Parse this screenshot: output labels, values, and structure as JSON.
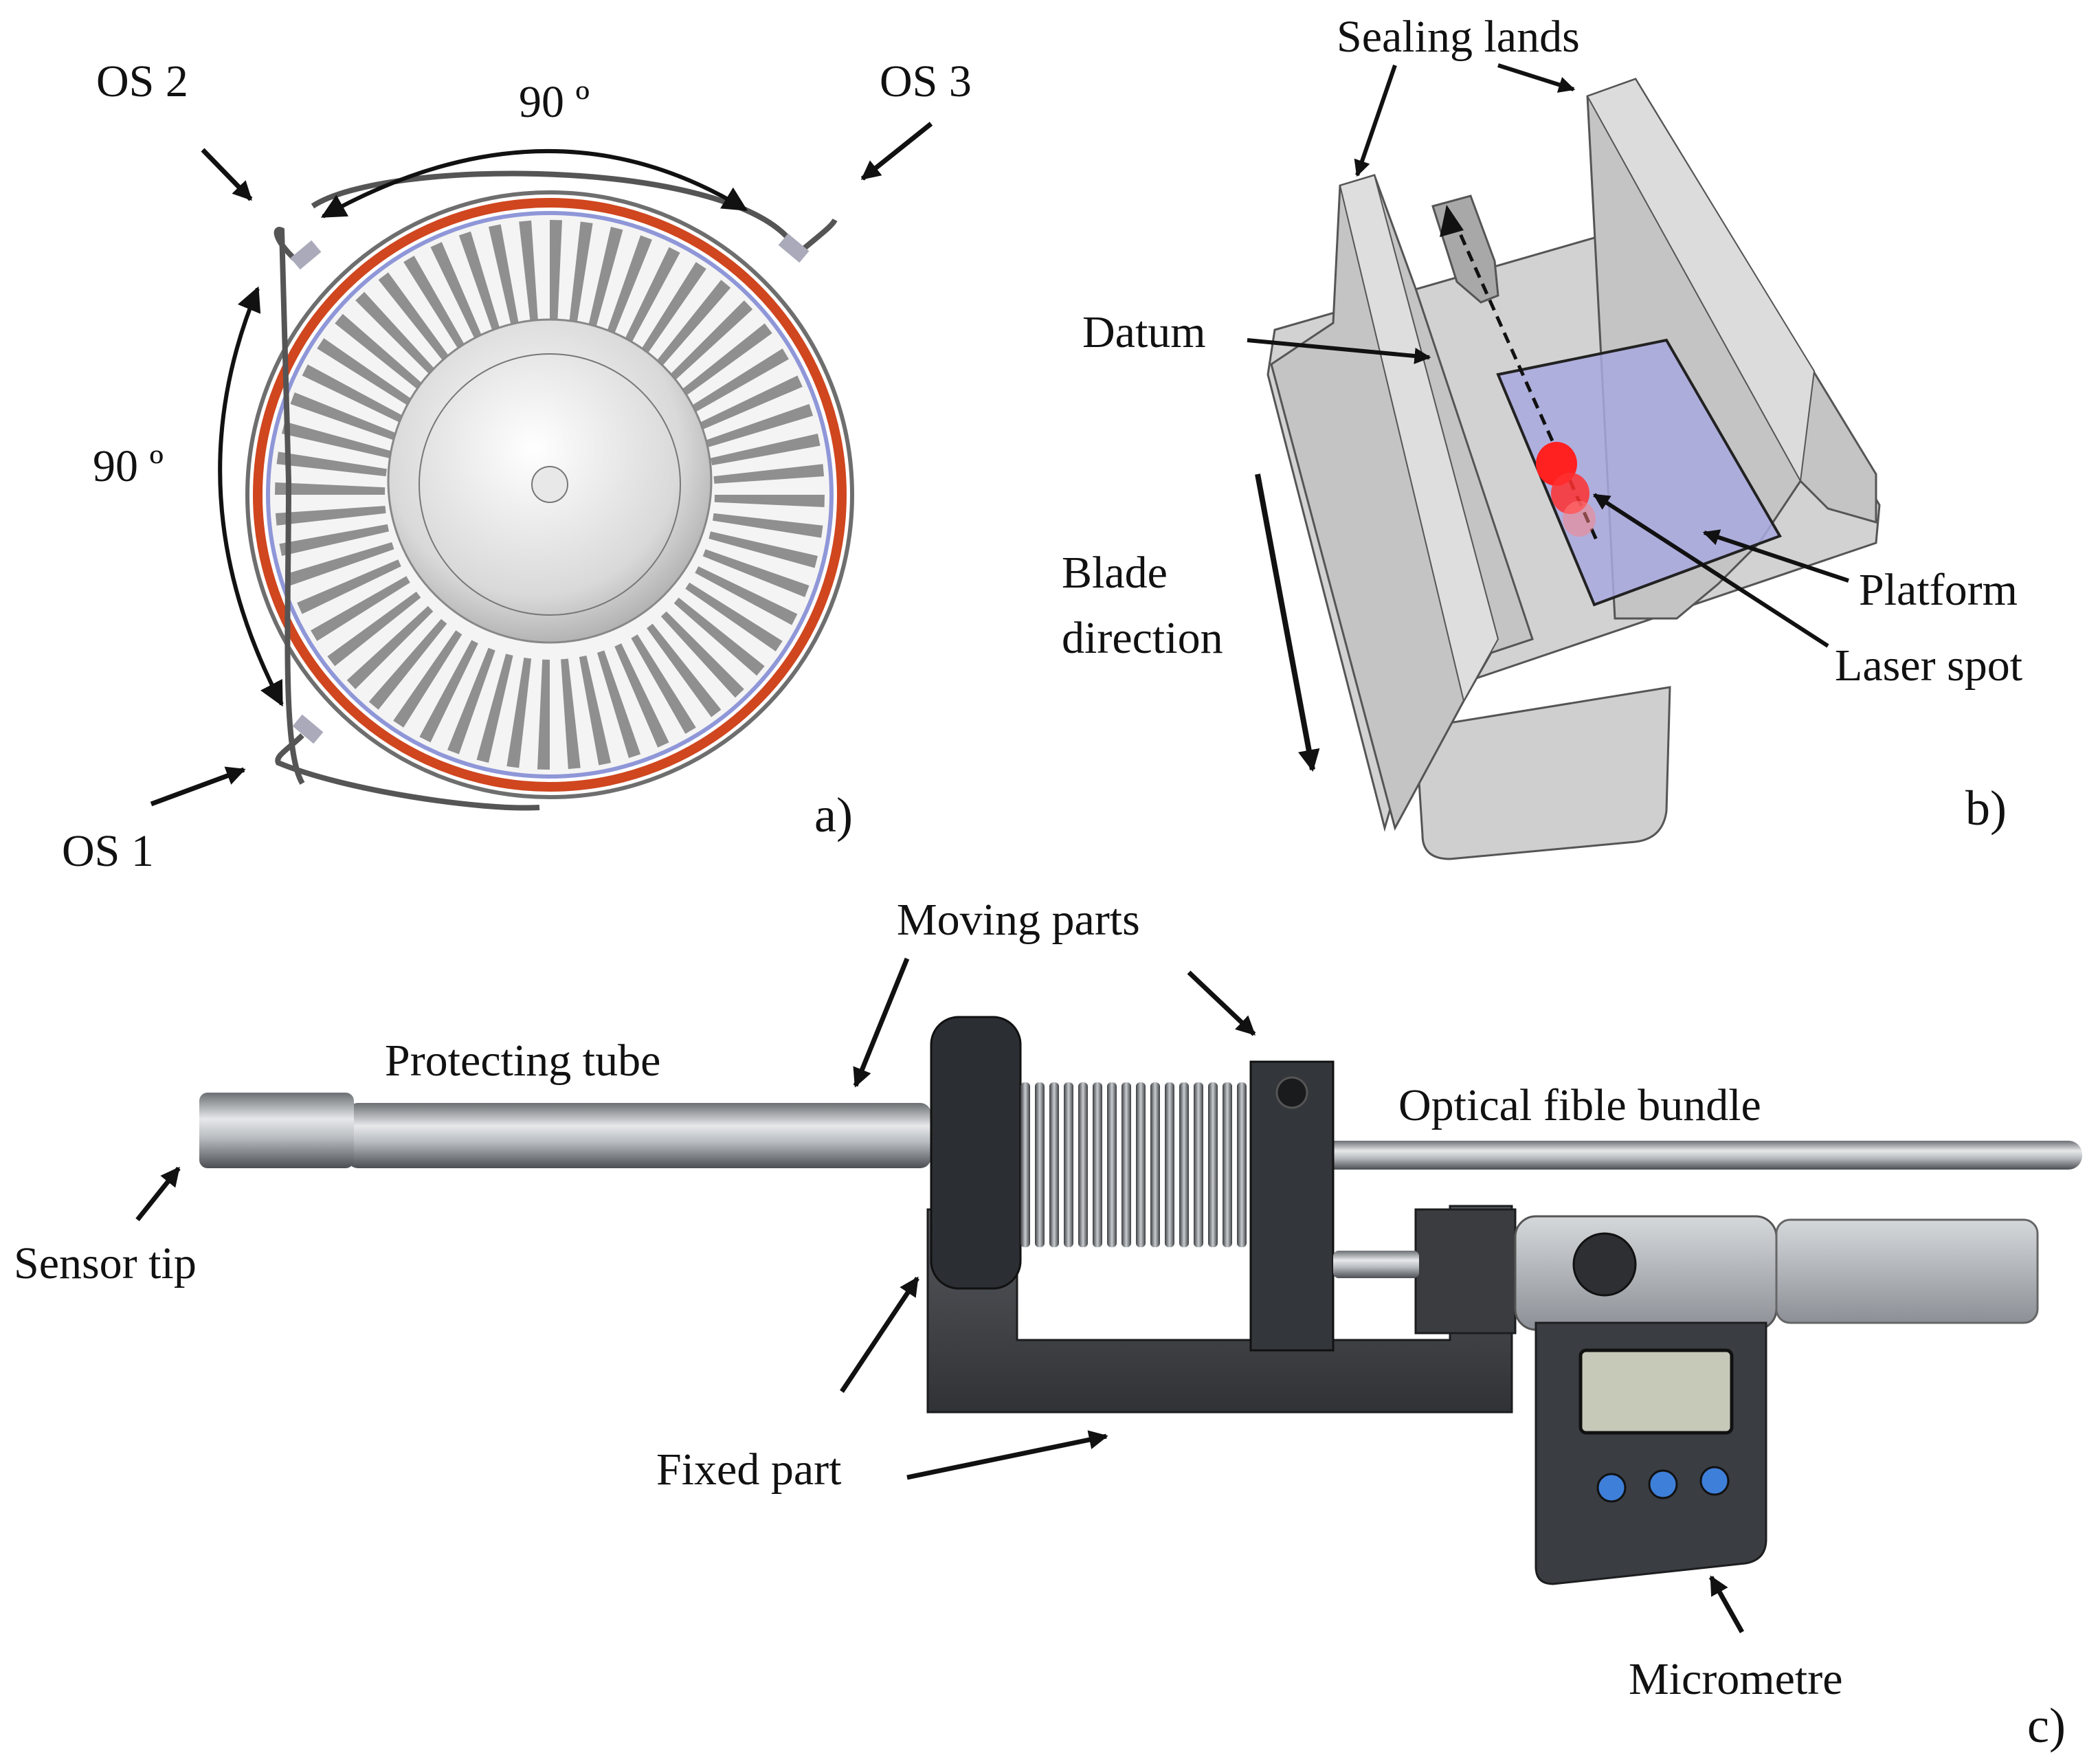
{
  "panel_a": {
    "panel_label": "a)",
    "os1": "OS 1",
    "os2": "OS 2",
    "os3": "OS 3",
    "angle_top": "90 º",
    "angle_left": "90 º"
  },
  "panel_b": {
    "panel_label": "b)",
    "sealing_lands": "Sealing lands",
    "datum": "Datum",
    "blade_direction_1": "Blade",
    "blade_direction_2": "direction",
    "platform": "Platform",
    "laser_spot": "Laser spot"
  },
  "panel_c": {
    "panel_label": "c)",
    "moving_parts": "Moving parts",
    "protecting_tube": "Protecting tube",
    "optical_bundle": "Optical fible bundle",
    "sensor_tip": "Sensor tip",
    "fixed_part": "Fixed part",
    "micrometre": "Micrometre"
  },
  "colors": {
    "casing_ring": "#d0461f",
    "casing_inner": "#8f97d8",
    "platform_fill": "#a9a9e0",
    "laser": "#ff2020",
    "metal": "#9aa0a6",
    "dark_metal": "#2b2e33"
  }
}
